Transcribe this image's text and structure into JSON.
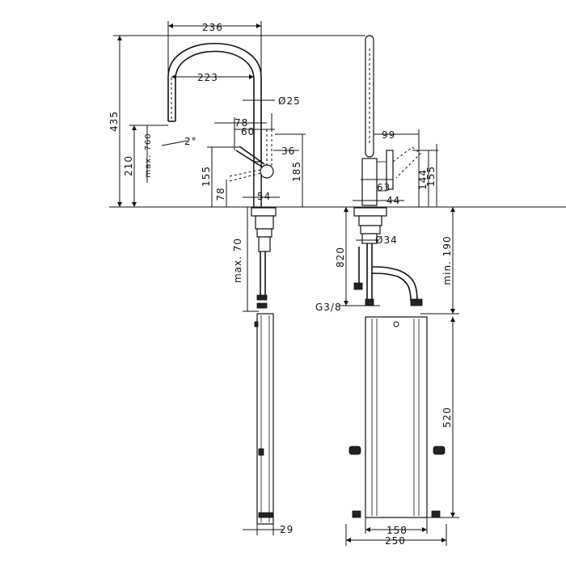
{
  "dimensions": {
    "w236": "236",
    "w223": "223",
    "d25": "Ø25",
    "w78_top": "78",
    "w60": "60",
    "w36": "36",
    "h435": "435",
    "h210": "210",
    "max760": "max. 760",
    "angle2": "2°",
    "h155_left": "155",
    "h185": "185",
    "w78_bottom": "78",
    "w54": "54",
    "max70": "max. 70",
    "w29": "29",
    "w99": "99",
    "h144": "144",
    "h155_right": "155",
    "w63": "63",
    "w44": "44",
    "h820": "820",
    "d34": "Ø34",
    "min190": "min. 190",
    "g38": "G3/8",
    "h520": "520",
    "w158": "158",
    "w250": "250"
  }
}
